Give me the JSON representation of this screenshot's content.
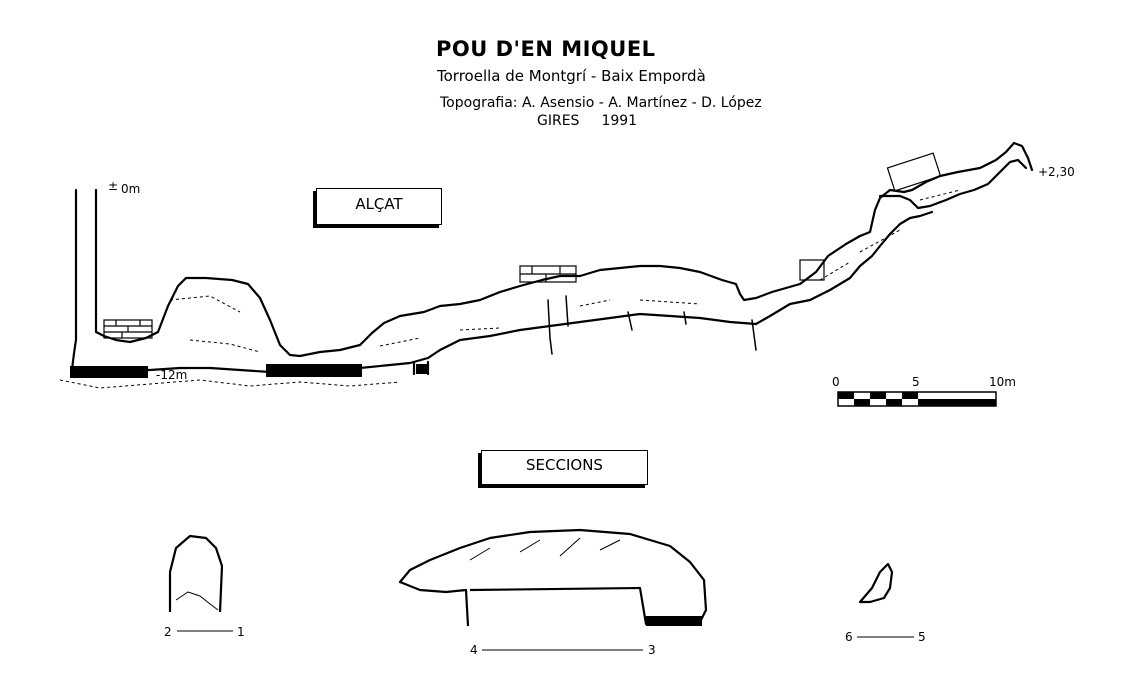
{
  "title": "POU D'EN MIQUEL",
  "location": "Torroella de Montgrí - Baix Empordà",
  "credits": "Topografia: A. Asensio - A. Martínez - D. López",
  "group": "GIRES",
  "year": "1991",
  "elevation_label": "ALÇAT",
  "sections_label": "SECCIONS",
  "depth_top": "0m",
  "depth_bottom": "-12m",
  "height_end": "+2,30",
  "scale": {
    "t0": "0",
    "t5": "5",
    "t10": "10m"
  },
  "sections": [
    {
      "left": "2",
      "right": "1"
    },
    {
      "left": "4",
      "right": "3"
    },
    {
      "left": "6",
      "right": "5"
    }
  ]
}
